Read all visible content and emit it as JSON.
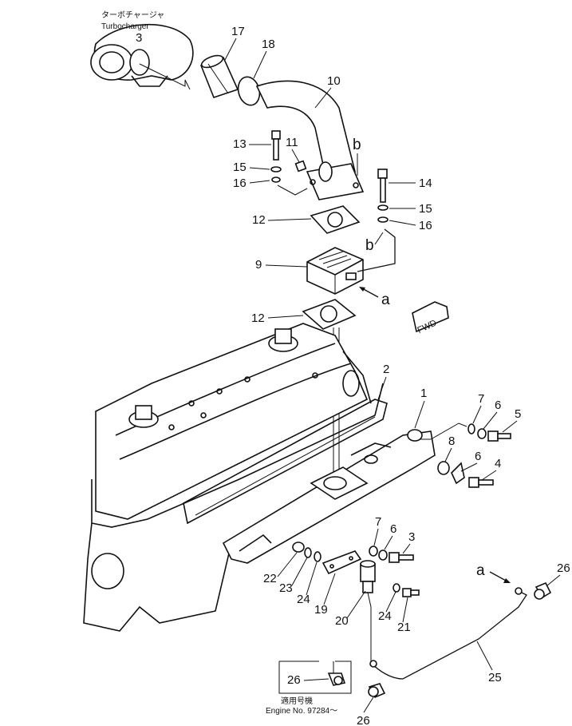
{
  "labels": {
    "turbo_jp": "ターボチャージャ",
    "turbo_en": "Turbocharger",
    "fwd": "FWD",
    "engine_jp": "適用号機",
    "engine_no": "Engine No. 97284～"
  },
  "callouts": {
    "p1": "1",
    "p2": "2",
    "p3a": "3",
    "p3b": "3",
    "p4": "4",
    "p5": "5",
    "p6a": "6",
    "p6b": "6",
    "p6c": "6",
    "p7a": "7",
    "p7b": "7",
    "p8": "8",
    "p9": "9",
    "p10": "10",
    "p11": "11",
    "p12a": "12",
    "p12b": "12",
    "p13": "13",
    "p14": "14",
    "p15a": "15",
    "p15b": "15",
    "p16a": "16",
    "p16b": "16",
    "p17": "17",
    "p18": "18",
    "p19": "19",
    "p20": "20",
    "p21": "21",
    "p22": "22",
    "p23": "23",
    "p24a": "24",
    "p24b": "24",
    "p25": "25",
    "p26a": "26",
    "p26b": "26",
    "p26c": "26"
  },
  "letters": {
    "a1": "a",
    "a2": "a",
    "b1": "b",
    "b2": "b"
  }
}
